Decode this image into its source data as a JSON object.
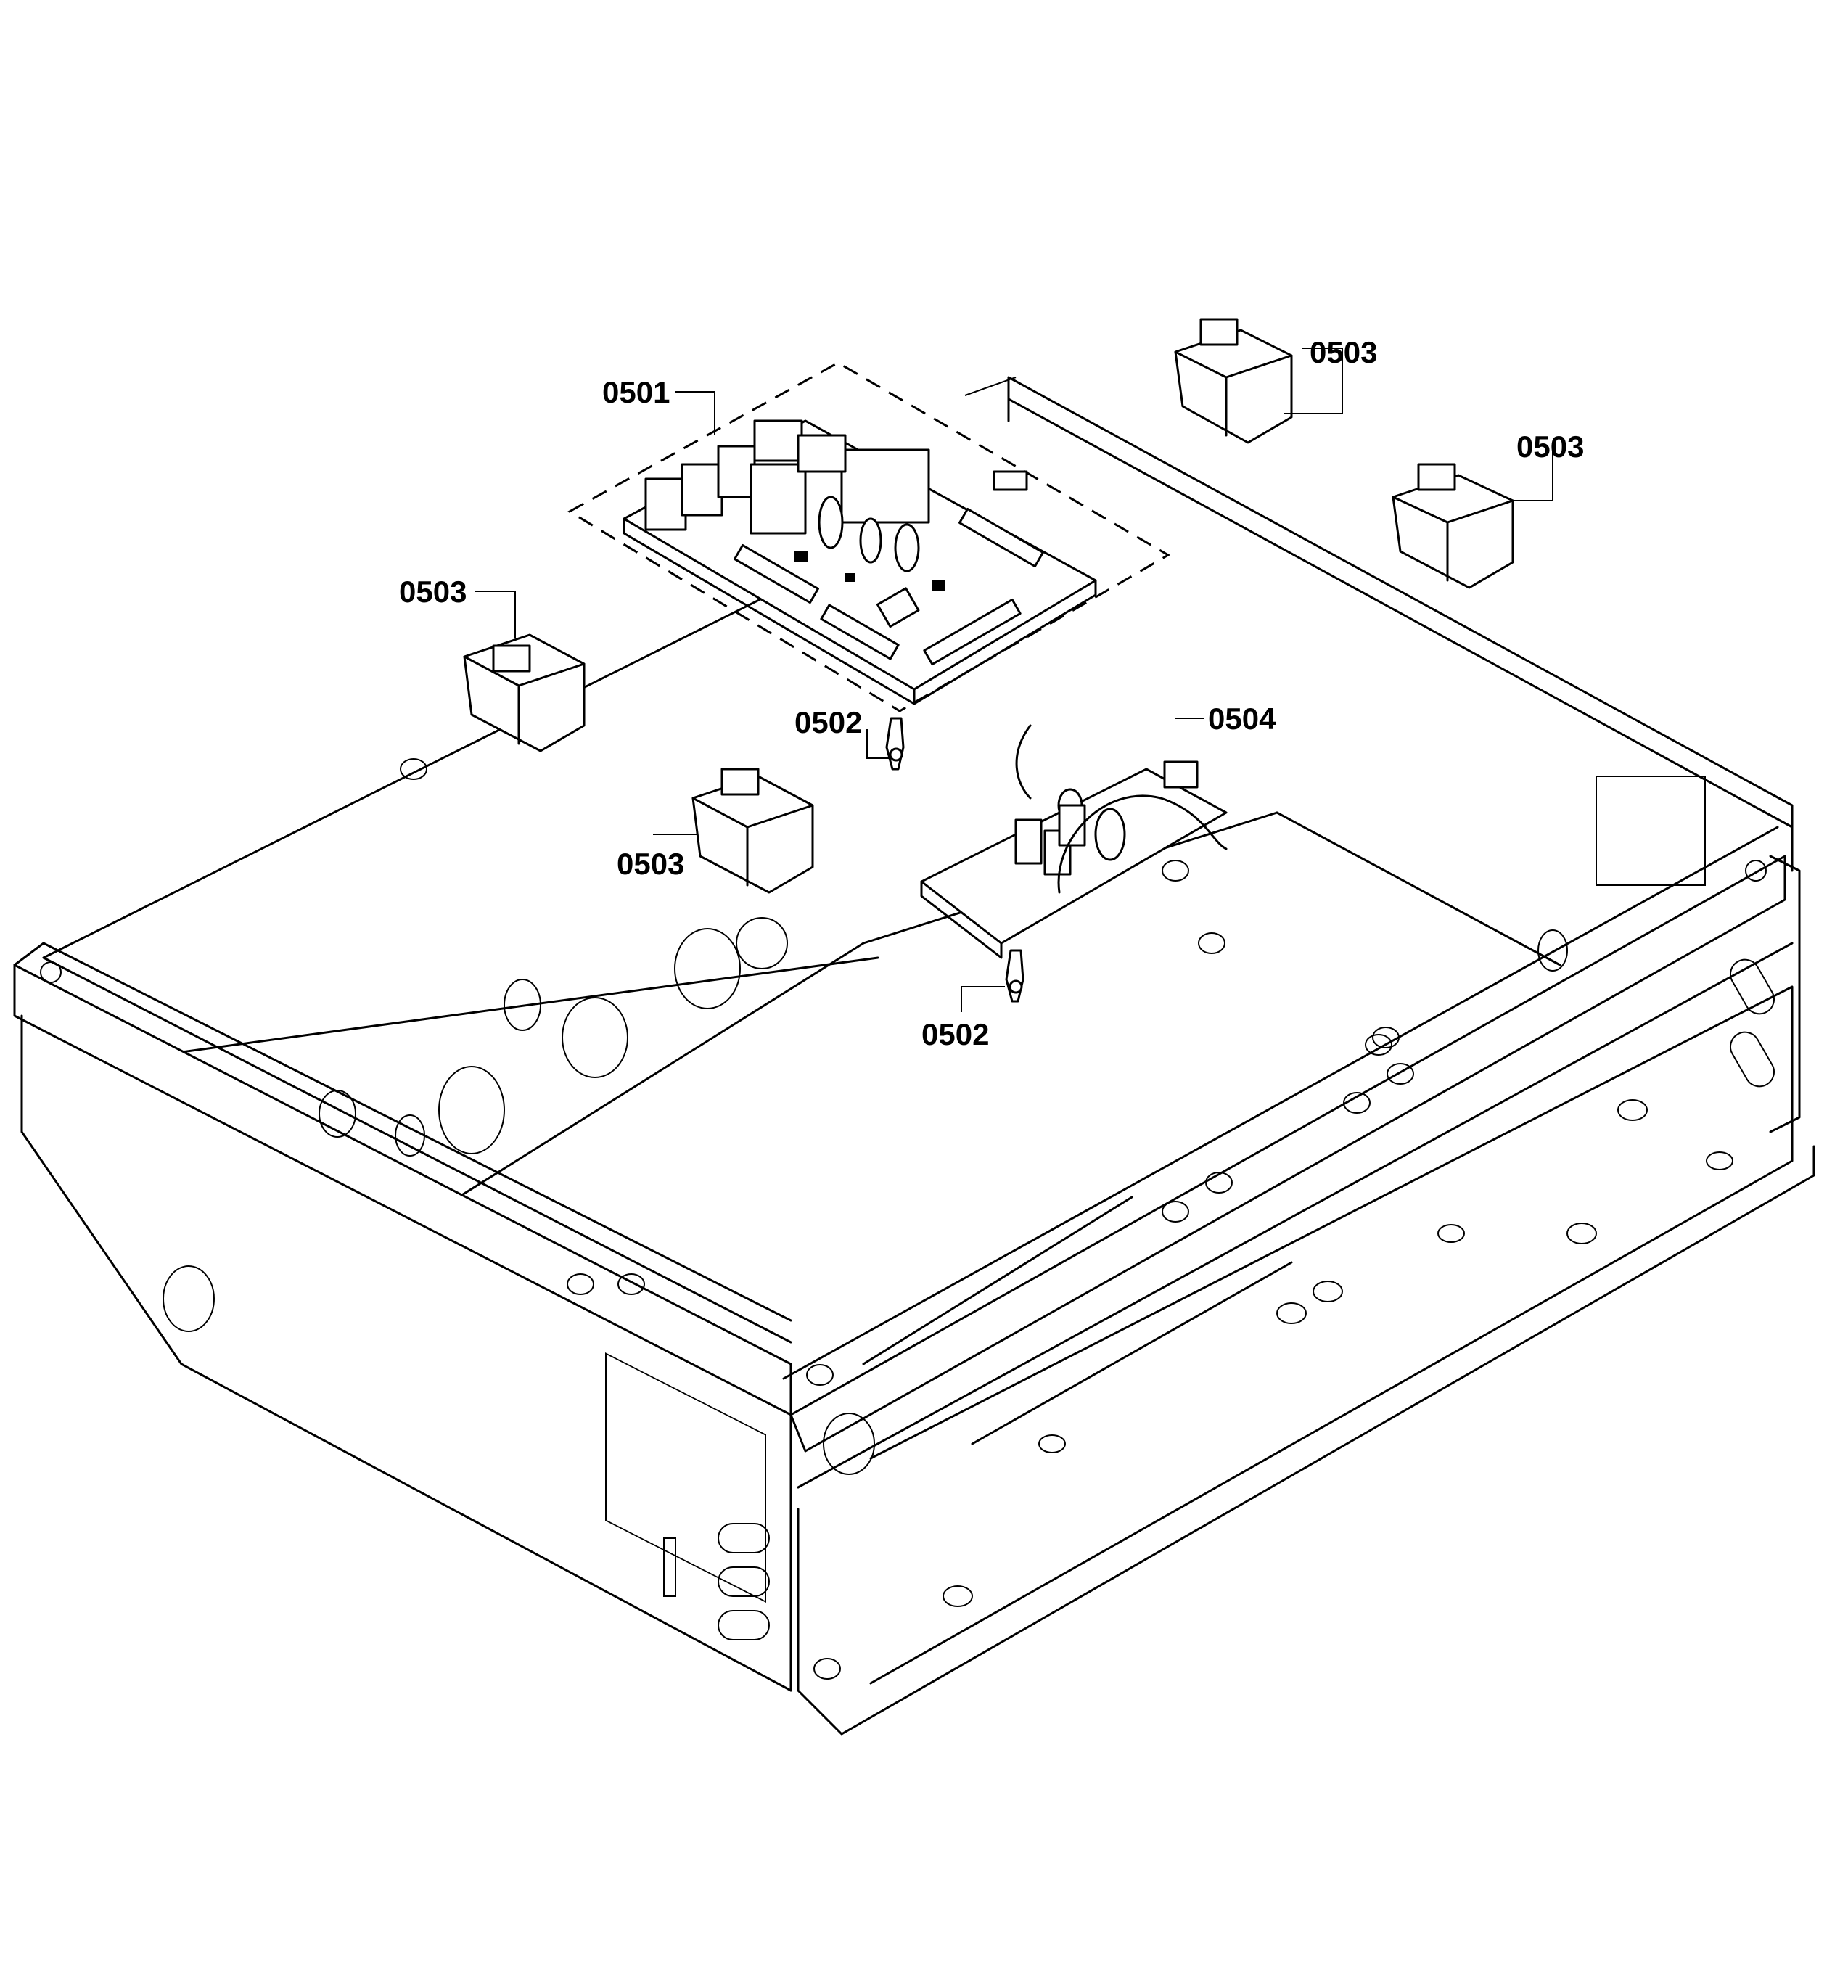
{
  "callouts": {
    "board_main": "0501",
    "clip_upper": "0502",
    "clip_lower": "0502",
    "relay_top_a": "0503",
    "relay_top_b": "0503",
    "relay_left": "0503",
    "relay_mid": "0503",
    "filter_board": "0504"
  }
}
